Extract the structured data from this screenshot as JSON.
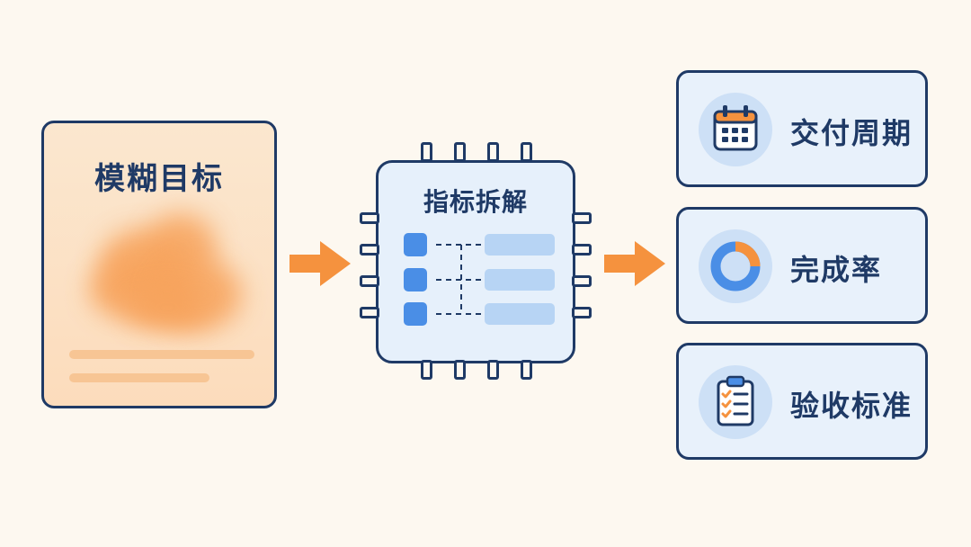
{
  "left_card": {
    "title": "模糊目标"
  },
  "center_chip": {
    "title": "指标拆解"
  },
  "results": [
    {
      "label": "交付周期",
      "icon": "calendar-icon"
    },
    {
      "label": "完成率",
      "icon": "donut-chart-icon"
    },
    {
      "label": "验收标准",
      "icon": "checklist-clipboard-icon"
    }
  ],
  "colors": {
    "background": "#fdf8f0",
    "outline": "#1f3a66",
    "arrow": "#f5923e",
    "fuzzy_fill": "#fcdcbc",
    "blob": "#f7a35c",
    "chip_fill": "#e6f0fb",
    "chip_square": "#4a8ee6",
    "chip_bar": "#b7d4f4",
    "card_fill": "#e8f1fb",
    "icon_circle": "#cde0f6"
  }
}
